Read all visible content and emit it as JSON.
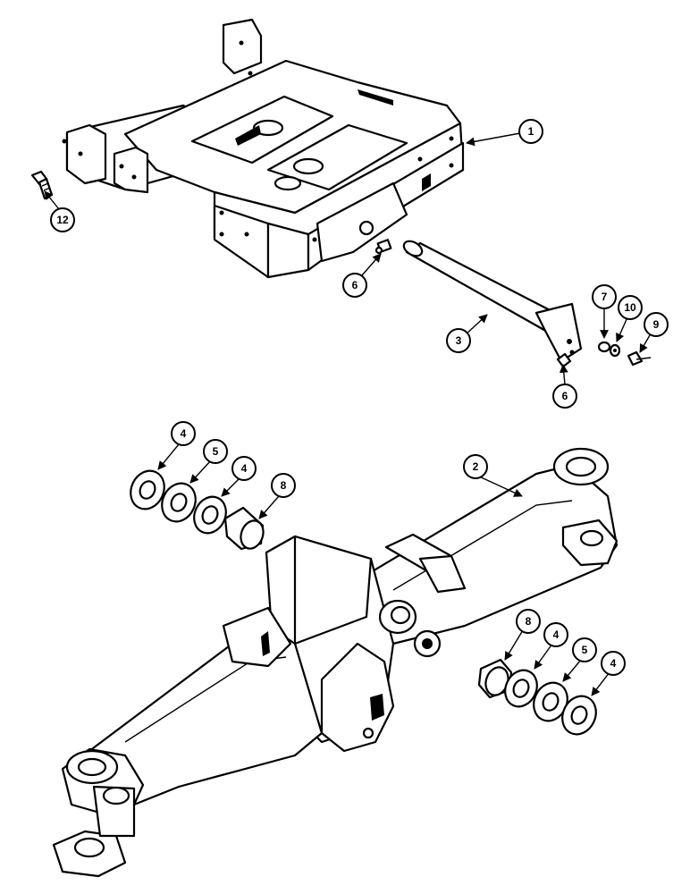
{
  "callouts": [
    {
      "id": "c1",
      "label": "1"
    },
    {
      "id": "c2",
      "label": "2"
    },
    {
      "id": "c3",
      "label": "3"
    },
    {
      "id": "c4a",
      "label": "4"
    },
    {
      "id": "c5a",
      "label": "5"
    },
    {
      "id": "c4b",
      "label": "4"
    },
    {
      "id": "c8a",
      "label": "8"
    },
    {
      "id": "c6a",
      "label": "6"
    },
    {
      "id": "c6b",
      "label": "6"
    },
    {
      "id": "c7",
      "label": "7"
    },
    {
      "id": "c10",
      "label": "10"
    },
    {
      "id": "c9",
      "label": "9"
    },
    {
      "id": "c12",
      "label": "12"
    },
    {
      "id": "c8b",
      "label": "8"
    },
    {
      "id": "c4c",
      "label": "4"
    },
    {
      "id": "c5b",
      "label": "5"
    },
    {
      "id": "c4d",
      "label": "4"
    }
  ]
}
